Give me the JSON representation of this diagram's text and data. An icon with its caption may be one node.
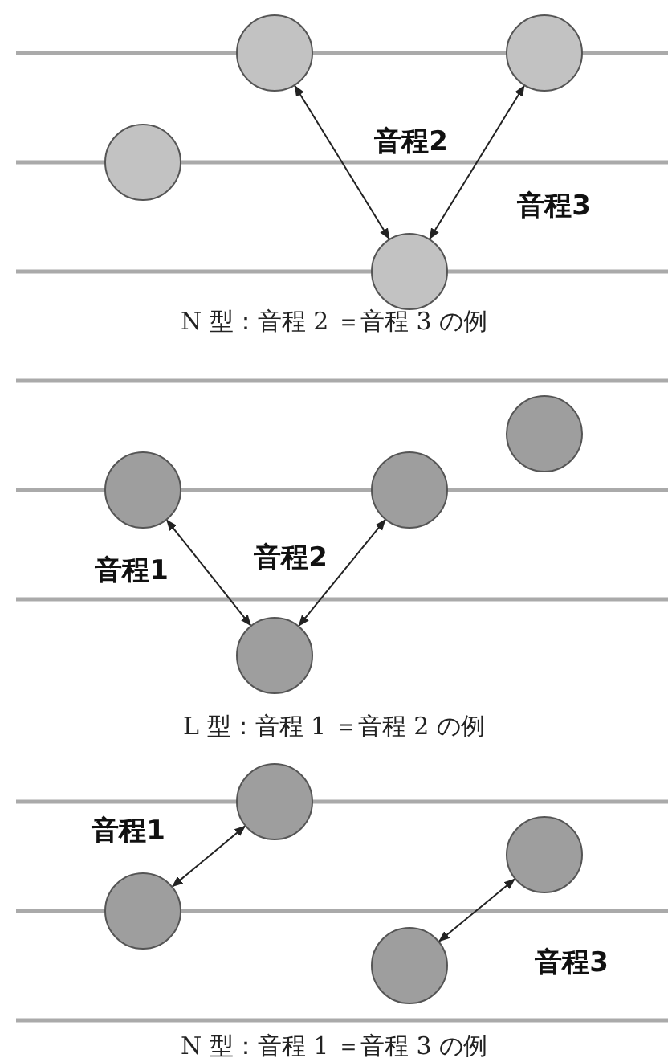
{
  "diagram": {
    "nodes": [
      {
        "text": [],
        "shape": "circle"
      },
      {
        "text": [],
        "shape": "circle"
      },
      {
        "text": [],
        "shape": "circle"
      },
      {
        "text": [],
        "shape": "circle"
      },
      {
        "text": [],
        "shape": "circle"
      },
      {
        "text": [],
        "shape": "circle"
      },
      {
        "text": [],
        "shape": "circle"
      },
      {
        "text": [],
        "shape": "circle"
      },
      {
        "text": [],
        "shape": "circle"
      },
      {
        "text": [],
        "shape": "circle"
      },
      {
        "text": [],
        "shape": "circle"
      },
      {
        "text": [],
        "shape": "circle"
      }
    ],
    "edges": [
      {
        "from": 1,
        "to": 2,
        "arrow": "both",
        "label": "音程2"
      },
      {
        "from": 3,
        "to": 2,
        "arrow": "both",
        "label": "音程3"
      },
      {
        "from": 4,
        "to": 5,
        "arrow": "both",
        "label": "音程1"
      },
      {
        "from": 6,
        "to": 5,
        "arrow": "both",
        "label": "音程2"
      },
      {
        "from": 8,
        "to": 9,
        "arrow": "both",
        "label": "音程1"
      },
      {
        "from": 10,
        "to": 11,
        "arrow": "both",
        "label": "音程3"
      }
    ],
    "labels": [
      "N 型：音程 2 ＝音程 3 の例",
      "L 型：音程 1 ＝音程 2 の例",
      "N 型：音程 1 ＝音程 3 の例"
    ]
  }
}
